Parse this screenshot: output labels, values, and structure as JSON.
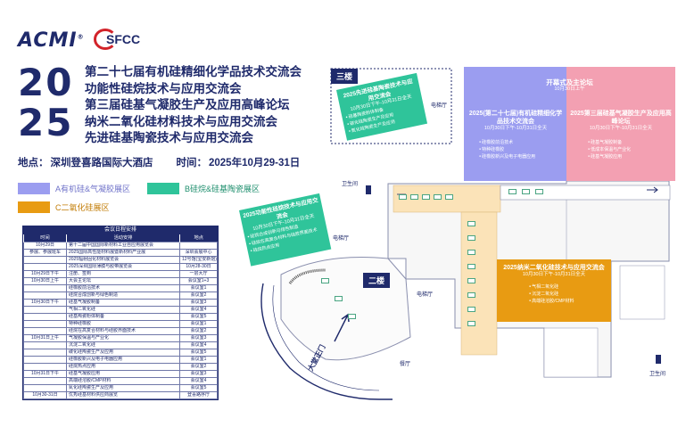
{
  "logos": {
    "acmi": "ACMI",
    "acmi_mark": "®",
    "sfcc": "SFCC"
  },
  "year": {
    "top": "20",
    "bottom": "25"
  },
  "titles": [
    "第二十七届有机硅精细化学品技术交流会",
    "功能性硅烷技术与应用交流会",
    "第三届硅基气凝胶生产及应用高峰论坛",
    "纳米二氧化硅材料技术与应用交流会",
    "先进硅基陶瓷技术与应用交流会"
  ],
  "venue": {
    "place_label": "地点：",
    "place": "深圳登喜路国际大酒店",
    "time_label": "时间：",
    "time": "2025年10月29-31日"
  },
  "legend": {
    "a": {
      "label": "A有机硅&气凝胶展区",
      "color": "#9b9df0"
    },
    "b": {
      "label": "B硅烷&硅基陶瓷展区",
      "color": "#2fc49a"
    },
    "c": {
      "label": "C二氧化硅展区",
      "color": "#e89b12"
    }
  },
  "schedule": {
    "caption": "会议日程安排",
    "headers": [
      "时间",
      "活动安排",
      "地点"
    ],
    "rows": [
      [
        "10月29日",
        "第十二届中国国际新材料工业自应用展览会",
        ""
      ],
      [
        "参展、参展班车",
        "2025国际高性能材料展暨新材料产业展",
        "深圳会展中心"
      ],
      [
        "",
        "2025辐射固化材料展览会",
        "12号馆(宝安新馆)"
      ],
      [
        "",
        "2025深圳国际薄膜与胶带展览会",
        "10月28-30日"
      ],
      [
        "10月29日下午",
        "注册、签到",
        "一层大厅"
      ],
      [
        "10月30日上午",
        "大会主论坛",
        "会议室1+3"
      ],
      [
        "",
        "硅橡胶前沿技术",
        "会议室1"
      ],
      [
        "",
        "硅烷合成创新与绿色制造",
        "会议室2"
      ],
      [
        "10月30日下午",
        "硅基气凝胶制备",
        "会议室3"
      ],
      [
        "",
        "气相二氧化硅",
        "会议室4"
      ],
      [
        "",
        "硅基陶瓷粉体制备",
        "会议室5"
      ],
      [
        "",
        "特种硅橡胶",
        "会议室1"
      ],
      [
        "",
        "硅烷在高复合材料与硅胶界面技术",
        "会议室2"
      ],
      [
        "10月31日上午",
        "气凝胶保温与产业化",
        "会议室3"
      ],
      [
        "",
        "沉淀二氧化硅",
        "会议室4"
      ],
      [
        "",
        "碳化硅陶瓷生产及应用",
        "会议室5"
      ],
      [
        "",
        "硅橡胶新兴及电子电器应用",
        "会议室1"
      ],
      [
        "",
        "硅烷热点应用",
        "会议室2"
      ],
      [
        "10月31日下午",
        "硅基气凝胶应用",
        "会议室3"
      ],
      [
        "",
        "高端硅溶胶/CMP材料",
        "会议室4"
      ],
      [
        "",
        "氮化硅陶瓷生产及应用",
        "会议室5"
      ],
      [
        "10月30-31日",
        "优秀硅基材料供应商展览",
        "登喜路序厅"
      ]
    ]
  },
  "map": {
    "floor3_badge": "三楼",
    "floor2_badge": "二楼",
    "zone_ceramic": {
      "title": "2025先进硅基陶瓷技术与应用交流会",
      "time": "10月30日下午-10月31日全天",
      "items": [
        "硅基陶瓷粉体制备",
        "碳化硅陶瓷生产及应用",
        "氮化硅陶瓷生产及应用"
      ]
    },
    "zone_main": {
      "title": "开幕式及主论坛",
      "time": "10月30日上午"
    },
    "zone_silicone": {
      "title": "2025(第二十七届)有机硅精细化学品技术交流会",
      "time": "10月30日下午-10月31日全天",
      "items": [
        "硅橡胶前沿技术",
        "特种硅橡胶",
        "硅橡胶新兴及电子电器应用"
      ]
    },
    "zone_aerogel": {
      "title": "2025第三届硅基气凝胶生产及应用高峰论坛",
      "time": "10月30日下午-10月31日全天",
      "items": [
        "硅基气凝胶制备",
        "低成本保温与产业化",
        "硅基气凝胶应用"
      ]
    },
    "zone_silane": {
      "title": "2025功能性硅烷技术与应用交流会",
      "time": "10月30日下午-10月31日全天",
      "items": [
        "硅烷合成创新与绿色制造",
        "硅烷在高复合材料与硅胶界面技术",
        "硅烷热点应用"
      ]
    },
    "zone_nano": {
      "title": "2025纳米二氧化硅技术与应用交流会",
      "time": "10月30日下午-10月31日全天",
      "items": [
        "气相二氧化硅",
        "沉淀二氧化硅",
        "高端硅溶胶/CMP材料"
      ]
    },
    "labels": {
      "elevator_f3": "电梯厅",
      "elevator_left": "电梯厅",
      "elevator_right": "电梯厅",
      "restroom_top": "卫生间",
      "restroom_bottom": "卫生间",
      "restaurant": "餐厅",
      "gate": "大堂正门"
    },
    "colors": {
      "purple": "#9b9df0",
      "pink": "#f3a0b2",
      "green": "#2fc49a",
      "orange": "#e89b12",
      "navy": "#1f2a6b"
    }
  }
}
